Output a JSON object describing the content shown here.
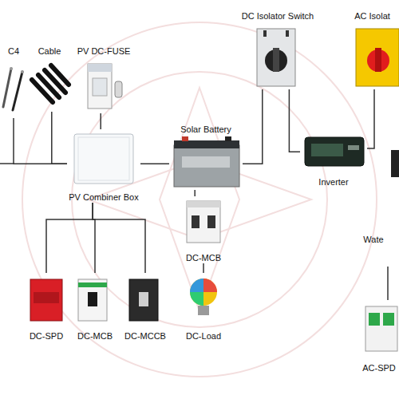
{
  "diagram": {
    "nodes": [
      {
        "text": [
          "C4"
        ]
      },
      {
        "text": [
          "Cable"
        ]
      },
      {
        "text": [
          "PV DC-FUSE"
        ]
      },
      {
        "text": [
          "PV Combiner Box"
        ]
      },
      {
        "text": [
          "DC Isolator Switch"
        ]
      },
      {
        "text": [
          "AC Isolat"
        ]
      },
      {
        "text": [
          "Solar Battery"
        ]
      },
      {
        "text": [
          "Inverter"
        ]
      },
      {
        "text": [
          "DC-MCB"
        ]
      },
      {
        "text": [
          "DC-Load"
        ]
      },
      {
        "text": [
          "DC-SPD"
        ]
      },
      {
        "text": [
          "DC-MCB"
        ]
      },
      {
        "text": [
          "DC-MCCB"
        ]
      },
      {
        "text": [
          "Wate"
        ]
      },
      {
        "text": [
          "AC-SPD"
        ]
      }
    ],
    "edges": [
      {
        "from": 0,
        "to": 3,
        "arrow": "none"
      },
      {
        "from": 1,
        "to": 3,
        "arrow": "none"
      },
      {
        "from": 2,
        "to": 3,
        "arrow": "none"
      },
      {
        "from": 3,
        "to": 6,
        "arrow": "none"
      },
      {
        "from": 6,
        "to": 4,
        "arrow": "none"
      },
      {
        "from": 4,
        "to": 7,
        "arrow": "none"
      },
      {
        "from": 7,
        "to": 5,
        "arrow": "none"
      },
      {
        "from": 6,
        "to": 8,
        "arrow": "none"
      },
      {
        "from": 8,
        "to": 9,
        "arrow": "none"
      },
      {
        "from": 3,
        "to": 10,
        "arrow": "none"
      },
      {
        "from": 3,
        "to": 11,
        "arrow": "none"
      },
      {
        "from": 3,
        "to": 12,
        "arrow": "none"
      },
      {
        "from": 13,
        "to": 14,
        "arrow": "none"
      }
    ]
  }
}
